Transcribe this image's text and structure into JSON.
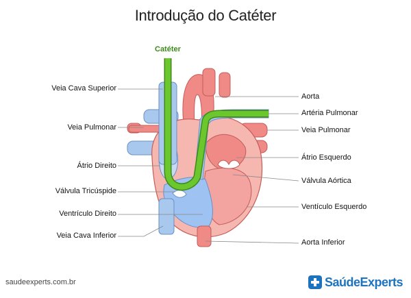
{
  "title": "Introdução do Catéter",
  "labels": {
    "cateter": "Catéter",
    "veia_cava_superior": "Veia Cava Superior",
    "veia_pulmonar_left": "Veia Pulmonar",
    "atrio_direito": "Átrio Direito",
    "valvula_tricuspide": "Válvula Tricúspide",
    "ventriculo_direito": "Ventrículo Direito",
    "veia_cava_inferior": "Veia Cava Inferior",
    "aorta": "Aorta",
    "arteria_pulmonar": "Artéria Pulmonar",
    "veia_pulmonar_right": "Veia Pulmonar",
    "atrio_esquerdo": "Átrio Esquerdo",
    "valvula_aortica": "Válvula Aórtica",
    "venticulo_esquerdo": "Ventículo Esquerdo",
    "aorta_inferior": "Aorta Inferior"
  },
  "footer": {
    "site": "saudeexperts.com.br",
    "brand_part1": "Saúde",
    "brand_part2": "Experts"
  },
  "colors": {
    "catheter": "#6cc62d",
    "vein_blue": "#a9c8ee",
    "artery_red": "#f08a86",
    "heart_outer": "#f5b7b0",
    "right_ventricle": "#9ec3f2",
    "left_ventricle": "#f3a3a0"
  }
}
